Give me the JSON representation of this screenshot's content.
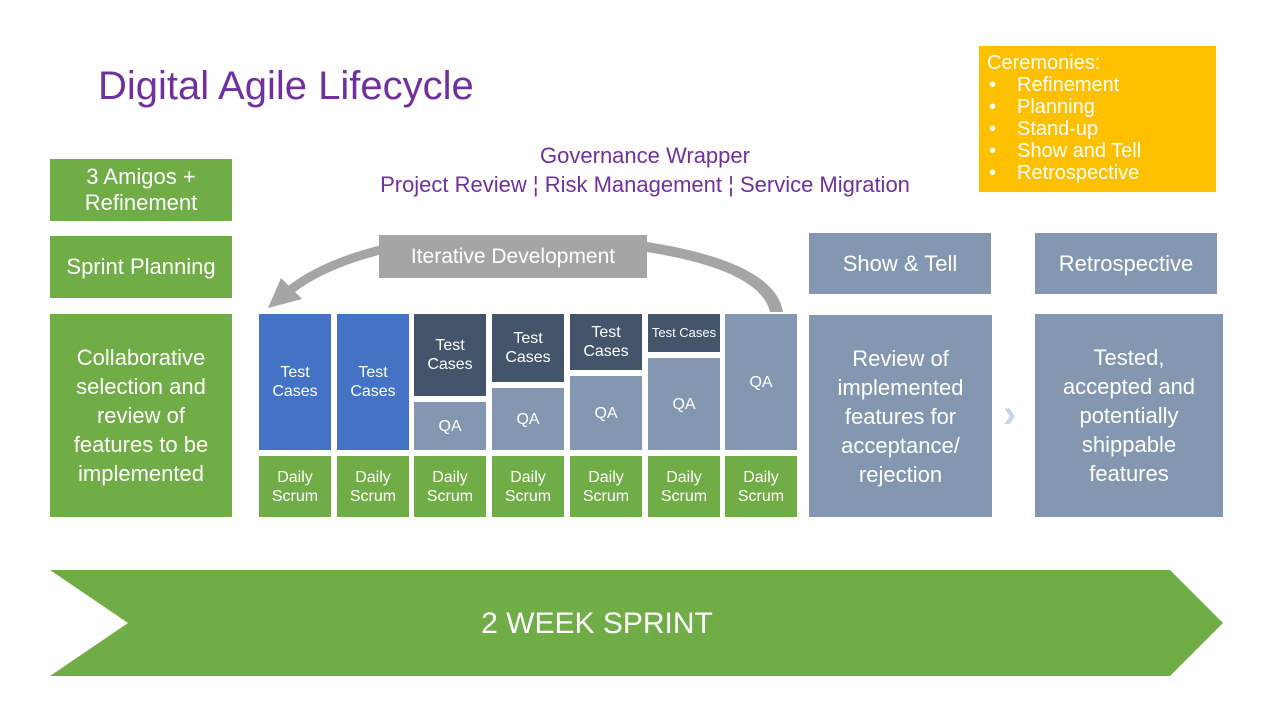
{
  "title": "Digital Agile Lifecycle",
  "governance": {
    "line1": "Governance Wrapper",
    "line2": "Project Review ¦ Risk Management ¦ Service Migration"
  },
  "ceremonies": {
    "title": "Ceremonies:",
    "bullet": "•",
    "items": [
      "Refinement",
      "Planning",
      "Stand-up",
      "Show and Tell",
      "Retrospective"
    ]
  },
  "left": {
    "amigos": "3 Amigos + Refinement",
    "planning": "Sprint Planning",
    "description": "Collaborative selection and review of features to be implemented"
  },
  "iterative": "Iterative Development",
  "columns": [
    {
      "test": "Test Cases",
      "qa": "",
      "scrum": "Daily Scrum"
    },
    {
      "test": "Test Cases",
      "qa": "",
      "scrum": "Daily Scrum"
    },
    {
      "test": "Test Cases",
      "qa": "QA",
      "scrum": "Daily Scrum"
    },
    {
      "test": "Test Cases",
      "qa": "QA",
      "scrum": "Daily Scrum"
    },
    {
      "test": "Test Cases",
      "qa": "QA",
      "scrum": "Daily Scrum"
    },
    {
      "test": "Test Cases",
      "qa": "QA",
      "scrum": "Daily Scrum"
    },
    {
      "test": "",
      "qa": "QA",
      "scrum": "Daily Scrum"
    }
  ],
  "show_tell": {
    "header": "Show & Tell",
    "body": "Review of implemented features for acceptance/ rejection"
  },
  "chevron": "›",
  "retrospective": {
    "header": "Retrospective",
    "body": "Tested, accepted and potentially shippable features"
  },
  "sprint": "2 WEEK SPRINT",
  "colors": {
    "green": "#70ad47",
    "steel": "#8497b0",
    "blue": "#4472c4",
    "navy": "#44546a",
    "amber": "#ffc000",
    "purple": "#7030a0",
    "gray": "#a5a5a5"
  }
}
